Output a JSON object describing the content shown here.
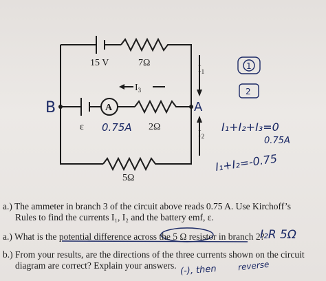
{
  "circuit": {
    "battery_top_emf": "15 V",
    "resistor_top": "7Ω",
    "current_1": "I",
    "current_1_sub": "1",
    "current_3": "I",
    "current_3_sub": "3",
    "current_2": "I",
    "current_2_sub": "2",
    "ammeter": "A",
    "emf_middle": "ε",
    "resistor_middle": "2Ω",
    "resistor_bottom": "5Ω"
  },
  "handwriting": {
    "node_b": "B",
    "node_a": "A",
    "ammeter_reading": "0.75A",
    "loop_1": "1",
    "loop_2": "2",
    "eq_1": "I₁+I₂+I₃=0",
    "eq_1_value": "0.75A",
    "eq_2": "I₁+I₂=-0.75",
    "answer_a2": "I₂R  5Ω",
    "answer_b": "(-), then",
    "answer_b_2": "reverse"
  },
  "questions": {
    "a1_prefix": "a.) The ammeter in branch 3 of the circuit above reads 0.75 A. Use Kirchoff’s",
    "a1_cont": "Rules to find the currents I₁, I₂ and the battery emf, ε.",
    "a2": "a.) What is the potential difference across the 5 Ω resistor in branch 2?",
    "b_1": "b.) From your results, are the directions of the three currents shown on the circuit",
    "b_2": "diagram are correct? Explain your answers."
  }
}
